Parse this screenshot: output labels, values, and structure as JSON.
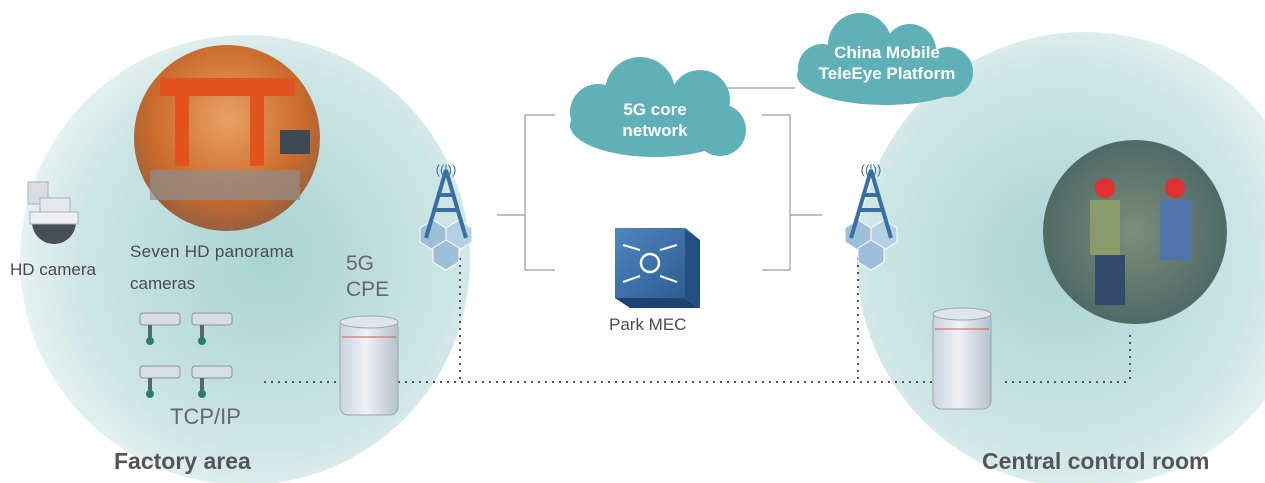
{
  "labels": {
    "hd_camera": "HD camera",
    "seven_cameras_line1": "Seven HD panorama",
    "seven_cameras_line2": "cameras",
    "tcp_ip": "TCP/IP",
    "cpe_line1": "5G",
    "cpe_line2": "CPE",
    "factory_area": "Factory area",
    "core_line1": "5G core",
    "core_line2": "network",
    "teleeye_line1": "China Mobile",
    "teleeye_line2": "TeleEye Platform",
    "park_mec": "Park MEC",
    "control_room": "Central control room"
  },
  "icons": {
    "hd_camera": "dome-camera-icon",
    "bullet_cameras": "bullet-camera-icon",
    "cpe": "cpe-device-icon",
    "base_station": "antenna-tower-icon",
    "mec": "mec-server-icon",
    "factory_photo": "factory-photo",
    "control_photo": "workers-photo"
  },
  "colors": {
    "zone_fill": "#cfe6e4",
    "cloud": "#5fb0b7",
    "tower": "#3a6fa3",
    "hexagon": "#9fbfd8",
    "text": "#4a4a4a",
    "line": "#9a9a9a"
  }
}
